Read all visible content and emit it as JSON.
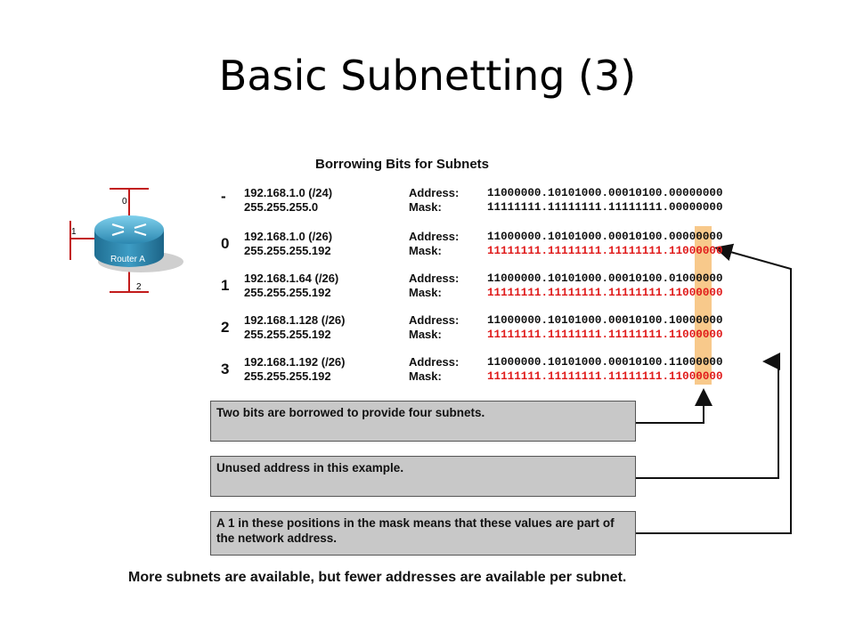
{
  "slide": {
    "title": "Basic Subnetting (3)",
    "figure_title": "Borrowing Bits for Subnets",
    "footer": "More subnets are available, but fewer addresses are available per subnet."
  },
  "router": {
    "label": "Router A",
    "ports": [
      "0",
      "1",
      "2"
    ]
  },
  "labels": {
    "address": "Address:",
    "mask": "Mask:"
  },
  "rows": [
    {
      "id": "-",
      "ip": "192.168.1.0 (/24)",
      "mask_dotted": "255.255.255.0",
      "addr_bin": "11000000.10101000.00010100.00000000",
      "mask_bin": "11111111.11111111.11111111.00000000"
    },
    {
      "id": "0",
      "ip": "192.168.1.0 (/26)",
      "mask_dotted": "255.255.255.192",
      "addr_bin": "11000000.10101000.00010100.00000000",
      "mask_bin": "11111111.11111111.11111111.11000000"
    },
    {
      "id": "1",
      "ip": "192.168.1.64 (/26)",
      "mask_dotted": "255.255.255.192",
      "addr_bin": "11000000.10101000.00010100.01000000",
      "mask_bin": "11111111.11111111.11111111.11000000"
    },
    {
      "id": "2",
      "ip": "192.168.1.128 (/26)",
      "mask_dotted": "255.255.255.192",
      "addr_bin": "11000000.10101000.00010100.10000000",
      "mask_bin": "11111111.11111111.11111111.11000000"
    },
    {
      "id": "3",
      "ip": "192.168.1.192 (/26)",
      "mask_dotted": "255.255.255.192",
      "addr_bin": "11000000.10101000.00010100.11000000",
      "mask_bin": "11111111.11111111.11111111.11000000"
    }
  ],
  "notes": [
    "Two bits are borrowed to provide four subnets.",
    "Unused address in this example.",
    "A 1 in these positions in the mask means that these values are part of the network address."
  ],
  "colors": {
    "highlight": "#f8c98b",
    "mask_red": "#e01b1b",
    "note_bg": "#c8c8c8",
    "router_blue": "#2f8fb8"
  }
}
